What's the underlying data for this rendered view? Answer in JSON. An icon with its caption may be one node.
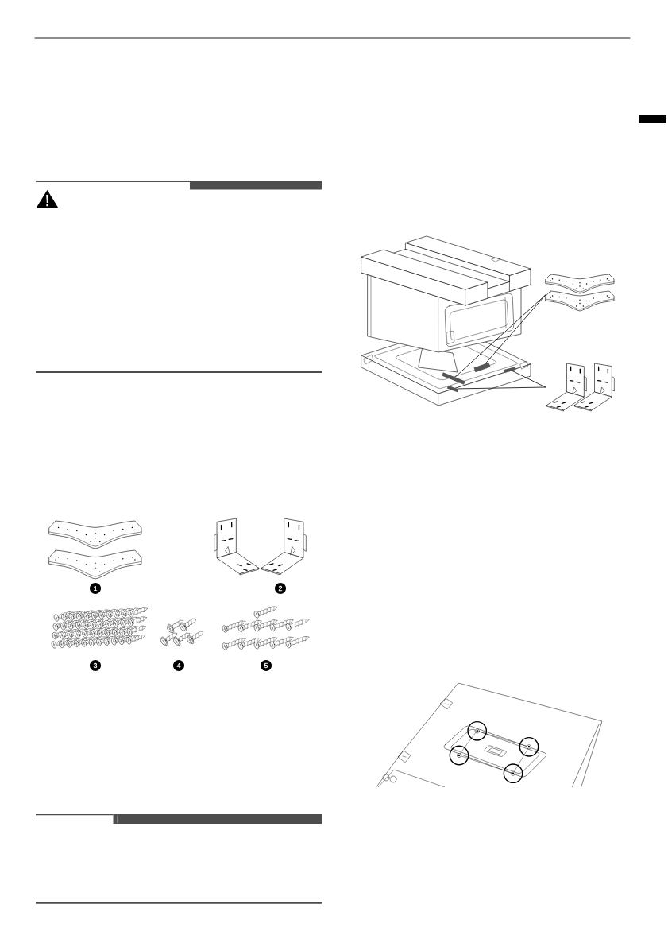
{
  "diagram": {
    "nodes": [
      {
        "text": [],
        "shape": "picture"
      },
      {
        "text": [],
        "shape": "picture"
      },
      {
        "text": [],
        "shape": "box"
      },
      {
        "text": [],
        "shape": "box"
      },
      {
        "text": [],
        "shape": "box"
      },
      {
        "text": [],
        "shape": "box"
      }
    ],
    "edges": [
      {
        "from": 0,
        "to": 2,
        "arrow": "none"
      },
      {
        "from": 0,
        "to": 4,
        "arrow": "none"
      },
      {
        "from": 1,
        "to": 3,
        "arrow": "none"
      },
      {
        "from": 1,
        "to": 5,
        "arrow": "none"
      }
    ],
    "labels": [
      "1",
      "2",
      "3",
      "4",
      "5"
    ]
  }
}
